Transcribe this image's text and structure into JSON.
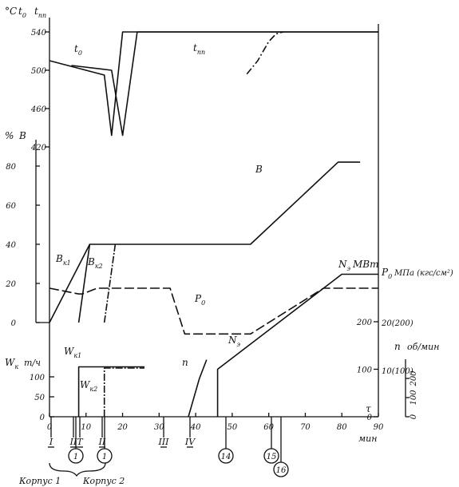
{
  "chart_data": {
    "type": "line",
    "title": "",
    "x_axis": {
      "unit": "мин",
      "symbol": "τ",
      "ticks": [
        0,
        10,
        20,
        30,
        40,
        50,
        60,
        70,
        80,
        90
      ],
      "range": [
        0,
        90
      ]
    },
    "y_axes": {
      "temperature": {
        "unit": "°C",
        "symbols": [
          "t",
          "0",
          "t",
          "пп"
        ],
        "ticks": [
          420,
          460,
          500,
          540
        ],
        "range": [
          405,
          550
        ]
      },
      "valve": {
        "unit": "%",
        "symbol": "B",
        "ticks": [
          0,
          20,
          40,
          60,
          80
        ],
        "range": [
          0,
          85
        ]
      },
      "steam_flow": {
        "unit": "т/ч",
        "symbol": "W",
        "sub": "к",
        "ticks": [
          0,
          50,
          100
        ],
        "range": [
          0,
          150
        ]
      },
      "power": {
        "unit": "МВт",
        "symbol": "N",
        "sub": "э",
        "ticks": [
          0,
          100,
          200
        ],
        "range": [
          0,
          310
        ]
      },
      "pressure": {
        "unit": "МПа (кгс/см²)",
        "symbol": "P",
        "sub": "0",
        "ticks": [
          "10(100)",
          "20(200)"
        ]
      },
      "speed": {
        "unit": "об/мин",
        "symbol": "n",
        "ticks": [
          0,
          100,
          200
        ]
      }
    },
    "series": [
      {
        "name": "t0 (корпус 1)",
        "x": [
          0,
          15,
          17,
          20,
          22,
          90
        ],
        "y": [
          510,
          495,
          432,
          540,
          540,
          540
        ]
      },
      {
        "name": "t0 (корпус 2)",
        "x": [
          6,
          17,
          20,
          24,
          90
        ],
        "y": [
          505,
          500,
          432,
          540,
          540
        ]
      },
      {
        "name": "tпп",
        "x": [
          54,
          57,
          60,
          62,
          64
        ],
        "y": [
          496,
          510,
          530,
          538,
          540
        ]
      },
      {
        "name": "B",
        "x": [
          0,
          11,
          15,
          55,
          79,
          85
        ],
        "y": [
          0,
          40,
          40,
          40,
          82,
          82
        ]
      },
      {
        "name": "Bк1",
        "x": [
          8,
          11
        ],
        "y": [
          0,
          40
        ]
      },
      {
        "name": "Bк2",
        "x": [
          15,
          18
        ],
        "y": [
          0,
          40
        ]
      },
      {
        "name": "P0",
        "x": [
          0,
          8,
          9,
          13,
          33,
          37,
          55,
          75,
          90
        ],
        "y": [
          2.6,
          2.5,
          2.5,
          2.6,
          2.6,
          1.8,
          1.8,
          2.6,
          2.6
        ]
      },
      {
        "name": "Wк1",
        "x": [
          8,
          8,
          26
        ],
        "y": [
          0,
          125,
          125
        ]
      },
      {
        "name": "Wк2",
        "x": [
          15,
          15,
          26
        ],
        "y": [
          0,
          122,
          122
        ]
      },
      {
        "name": "n",
        "x": [
          38,
          41,
          43
        ],
        "y": [
          0,
          80,
          120
        ]
      },
      {
        "name": "Nэ",
        "x": [
          46,
          46,
          80,
          90
        ],
        "y": [
          0,
          100,
          300,
          300
        ]
      }
    ],
    "curve_labels": [
      {
        "text": "t",
        "sub": "0"
      },
      {
        "text": "t",
        "sub": "пп"
      },
      {
        "text": "B",
        "sub": ""
      },
      {
        "text": "B",
        "sub": "к1"
      },
      {
        "text": "B",
        "sub": "к2"
      },
      {
        "text": "P",
        "sub": "0"
      },
      {
        "text": "W",
        "sub": "к1"
      },
      {
        "text": "W",
        "sub": "к2"
      },
      {
        "text": "n",
        "sub": ""
      },
      {
        "text": "N",
        "sub": "э"
      }
    ],
    "event_marks": {
      "roman": [
        "I",
        "II",
        "T",
        "II",
        "III",
        "IV"
      ],
      "circled": [
        "1",
        "1",
        "14",
        "15",
        "16"
      ]
    },
    "legend_groups": [
      "Корпус 1",
      "Корпус 2"
    ],
    "power_header": {
      "symbol": "N",
      "sub": "э",
      "unit": "МВт"
    }
  }
}
